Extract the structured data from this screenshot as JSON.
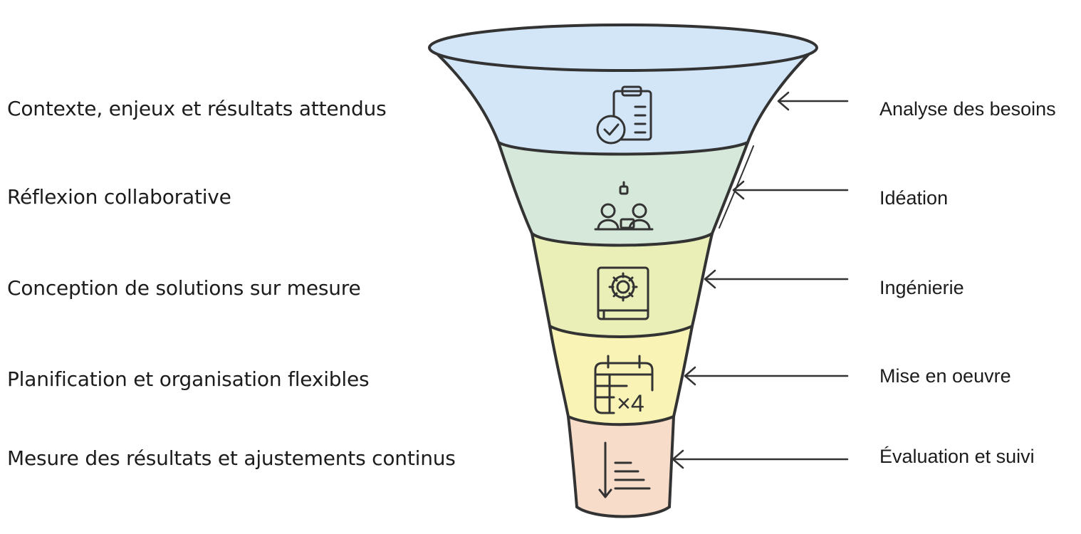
{
  "stages": [
    {
      "left_label": "Contexte, enjeux et résultats attendus",
      "right_label": "Analyse des besoins",
      "color": "#d3e6f8",
      "icon": "clipboard-check-icon"
    },
    {
      "left_label": "Réflexion collaborative",
      "right_label": "Idéation",
      "color": "#d6e8d9",
      "icon": "collaboration-icon"
    },
    {
      "left_label": "Conception de solutions sur mesure",
      "right_label": "Ingénierie",
      "color": "#e9efb6",
      "icon": "gear-book-icon"
    },
    {
      "left_label": "Planification et organisation flexibles",
      "right_label": "Mise en oeuvre",
      "color": "#f9f3b5",
      "icon": "calendar-x4-icon"
    },
    {
      "left_label": "Mesure des résultats et ajustements continus",
      "right_label": "Évaluation et suivi",
      "color": "#f6dcc9",
      "icon": "sort-down-icon"
    }
  ],
  "calendar_icon_text": "×4",
  "stroke_color": "#333333"
}
